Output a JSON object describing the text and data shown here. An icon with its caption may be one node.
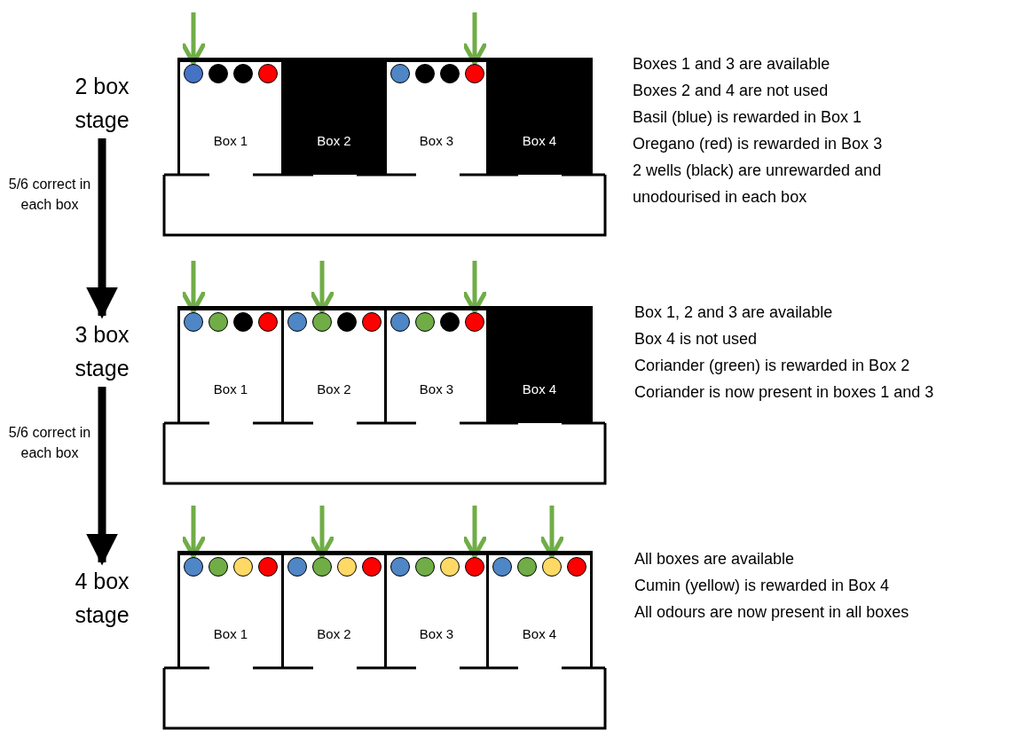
{
  "diagram": {
    "nodes": [
      {
        "text": [
          "2 box stage"
        ]
      },
      {
        "text": [
          "Box 1"
        ]
      },
      {
        "text": [],
        "shape": "circle",
        "in": 1
      },
      {
        "text": [],
        "shape": "circle",
        "in": 1
      },
      {
        "text": [],
        "shape": "circle",
        "in": 1
      },
      {
        "text": [],
        "shape": "circle",
        "in": 1
      },
      {
        "text": [
          "Box 2"
        ]
      },
      {
        "text": [
          "Box 3"
        ]
      },
      {
        "text": [],
        "shape": "circle",
        "in": 7
      },
      {
        "text": [],
        "shape": "circle",
        "in": 7
      },
      {
        "text": [],
        "shape": "circle",
        "in": 7
      },
      {
        "text": [],
        "shape": "circle",
        "in": 7
      },
      {
        "text": [
          "Box 4"
        ]
      },
      {
        "text": [
          "3 box stage"
        ]
      },
      {
        "text": [
          "Box 1"
        ]
      },
      {
        "text": [],
        "shape": "circle",
        "in": 14
      },
      {
        "text": [],
        "shape": "circle",
        "in": 14
      },
      {
        "text": [],
        "shape": "circle",
        "in": 14
      },
      {
        "text": [],
        "shape": "circle",
        "in": 14
      },
      {
        "text": [
          "Box 2"
        ]
      },
      {
        "text": [],
        "shape": "circle",
        "in": 19
      },
      {
        "text": [],
        "shape": "circle",
        "in": 19
      },
      {
        "text": [],
        "shape": "circle",
        "in": 19
      },
      {
        "text": [],
        "shape": "circle",
        "in": 19
      },
      {
        "text": [
          "Box 3"
        ]
      },
      {
        "text": [],
        "shape": "circle",
        "in": 24
      },
      {
        "text": [],
        "shape": "circle",
        "in": 24
      },
      {
        "text": [],
        "shape": "circle",
        "in": 24
      },
      {
        "text": [],
        "shape": "circle",
        "in": 24
      },
      {
        "text": [
          "Box 4"
        ]
      },
      {
        "text": [
          "4 box stage"
        ]
      },
      {
        "text": [
          "Box 1"
        ]
      },
      {
        "text": [],
        "shape": "circle",
        "in": 31
      },
      {
        "text": [],
        "shape": "circle",
        "in": 31
      },
      {
        "text": [],
        "shape": "circle",
        "in": 31
      },
      {
        "text": [],
        "shape": "circle",
        "in": 31
      },
      {
        "text": [
          "Box 2"
        ]
      },
      {
        "text": [],
        "shape": "circle",
        "in": 36
      },
      {
        "text": [],
        "shape": "circle",
        "in": 36
      },
      {
        "text": [],
        "shape": "circle",
        "in": 36
      },
      {
        "text": [],
        "shape": "circle",
        "in": 36
      },
      {
        "text": [
          "Box 3"
        ]
      },
      {
        "text": [],
        "shape": "circle",
        "in": 41
      },
      {
        "text": [],
        "shape": "circle",
        "in": 41
      },
      {
        "text": [],
        "shape": "circle",
        "in": 41
      },
      {
        "text": [],
        "shape": "circle",
        "in": 41
      },
      {
        "text": [
          "Box 4"
        ]
      },
      {
        "text": [],
        "shape": "circle",
        "in": 46
      },
      {
        "text": [],
        "shape": "circle",
        "in": 46
      },
      {
        "text": [],
        "shape": "circle",
        "in": 46
      },
      {
        "text": [],
        "shape": "circle",
        "in": 46
      }
    ],
    "edges": [
      {
        "from": null,
        "to": 2,
        "arrow": "to"
      },
      {
        "from": null,
        "to": 11,
        "arrow": "to"
      },
      {
        "from": 0,
        "to": 13,
        "arrow": "to",
        "label": "5/6 correct in each box",
        "style": "thick",
        "color": "#000000"
      },
      {
        "from": null,
        "to": 15,
        "arrow": "to"
      },
      {
        "from": null,
        "to": 21,
        "arrow": "to"
      },
      {
        "from": null,
        "to": 28,
        "arrow": "to"
      },
      {
        "from": 13,
        "to": 30,
        "arrow": "to",
        "label": "5/6 correct in each box",
        "style": "thick",
        "color": "#000000"
      },
      {
        "from": null,
        "to": 32,
        "arrow": "to"
      },
      {
        "from": null,
        "to": 38,
        "arrow": "to"
      },
      {
        "from": null,
        "to": 45,
        "arrow": "to"
      },
      {
        "from": null,
        "to": 49,
        "arrow": "to"
      }
    ],
    "labels": [
      "Boxes 1 and 3 are available",
      "Boxes 2 and 4 are not used",
      "Basil (blue) is rewarded in Box 1",
      "Oregano (red) is rewarded in Box 3",
      "2 wells (black) are unrewarded and",
      "unodourised in each box",
      "Box 1, 2 and 3 are available",
      "Box 4 is not used",
      "Coriander (green) is rewarded in Box 2",
      "Coriander is now present in boxes 1 and 3",
      "All boxes are available",
      "Cumin (yellow) is rewarded in Box 4",
      "All odours are now present in all boxes"
    ]
  }
}
